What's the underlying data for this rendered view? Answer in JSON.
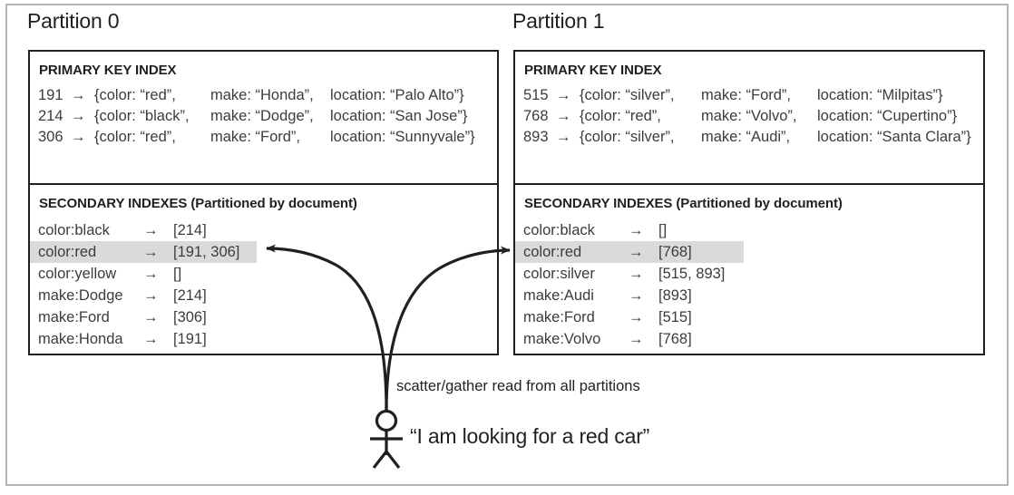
{
  "figure": {
    "colors": {
      "frame": "#b5b5b5",
      "box_border": "#231f20",
      "text": "#231f20",
      "row_text": "#3c3c3b",
      "highlight": "#dadada"
    }
  },
  "partitions": [
    {
      "title": "Partition 0",
      "primary_index": {
        "header": "PRIMARY KEY INDEX",
        "rows": [
          {
            "key": "191",
            "arrow": "→",
            "color": "{color: “red”,",
            "make": "make: “Honda”,",
            "location": "location: “Palo Alto”}"
          },
          {
            "key": "214",
            "arrow": "→",
            "color": "{color: “black”,",
            "make": "make: “Dodge”,",
            "location": "location: “San Jose”}"
          },
          {
            "key": "306",
            "arrow": "→",
            "color": "{color: “red”,",
            "make": "make: “Ford”,",
            "location": "location: “Sunnyvale”}"
          }
        ]
      },
      "secondary_index": {
        "header": "SECONDARY INDEXES (Partitioned by document)",
        "rows": [
          {
            "term": "color:black",
            "arrow": "→",
            "ids": "[214]",
            "highlighted": false
          },
          {
            "term": "color:red",
            "arrow": "→",
            "ids": "[191, 306]",
            "highlighted": true
          },
          {
            "term": "color:yellow",
            "arrow": "→",
            "ids": "[]",
            "highlighted": false
          },
          {
            "term": "make:Dodge",
            "arrow": "→",
            "ids": "[214]",
            "highlighted": false
          },
          {
            "term": "make:Ford",
            "arrow": "→",
            "ids": "[306]",
            "highlighted": false
          },
          {
            "term": "make:Honda",
            "arrow": "→",
            "ids": "[191]",
            "highlighted": false
          }
        ]
      }
    },
    {
      "title": "Partition 1",
      "primary_index": {
        "header": "PRIMARY KEY INDEX",
        "rows": [
          {
            "key": "515",
            "arrow": "→",
            "color": "{color: “silver”,",
            "make": "make: “Ford”,",
            "location": "location: “Milpitas”}"
          },
          {
            "key": "768",
            "arrow": "→",
            "color": "{color: “red”,",
            "make": "make: “Volvo”,",
            "location": "location: “Cupertino”}"
          },
          {
            "key": "893",
            "arrow": "→",
            "color": "{color: “silver”,",
            "make": "make: “Audi”,",
            "location": "location: “Santa Clara”}"
          }
        ]
      },
      "secondary_index": {
        "header": "SECONDARY INDEXES (Partitioned by document)",
        "rows": [
          {
            "term": "color:black",
            "arrow": "→",
            "ids": "[]",
            "highlighted": false
          },
          {
            "term": "color:red",
            "arrow": "→",
            "ids": "[768]",
            "highlighted": true
          },
          {
            "term": "color:silver",
            "arrow": "→",
            "ids": "[515, 893]",
            "highlighted": false
          },
          {
            "term": "make:Audi",
            "arrow": "→",
            "ids": "[893]",
            "highlighted": false
          },
          {
            "term": "make:Ford",
            "arrow": "→",
            "ids": "[515]",
            "highlighted": false
          },
          {
            "term": "make:Volvo",
            "arrow": "→",
            "ids": "[768]",
            "highlighted": false
          }
        ]
      }
    }
  ],
  "annotations": {
    "scatter_gather_label": "scatter/gather read from all partitions",
    "user_quote": "“I am looking for a red car”"
  }
}
